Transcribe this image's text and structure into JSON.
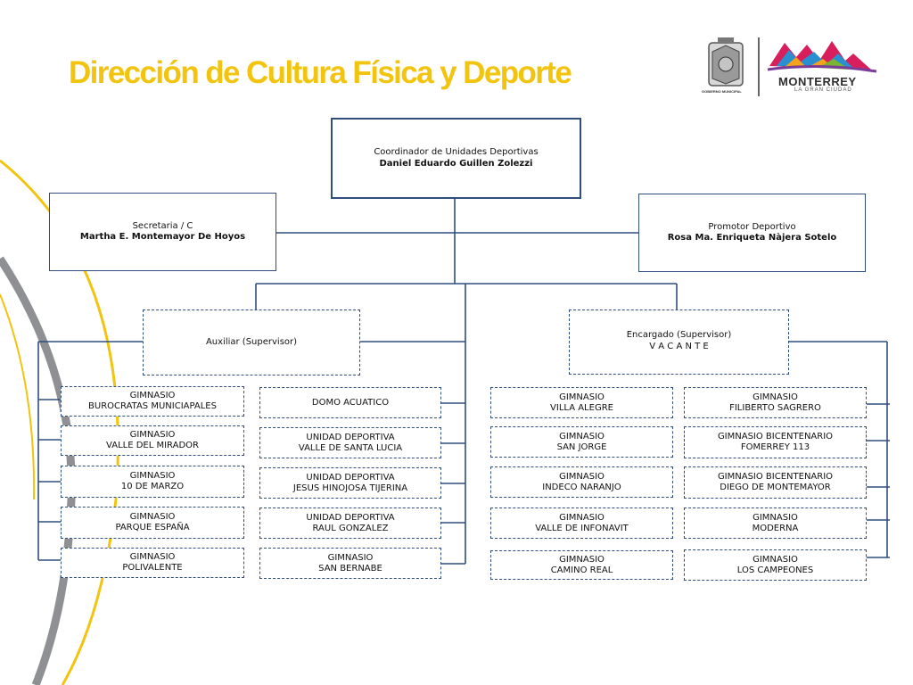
{
  "title": "Dirección de Cultura Física y Deporte",
  "colors": {
    "accent_yellow": "#f2c40f",
    "line_blue": "#2f4e7e",
    "arc_gray": "#8e9094"
  },
  "logo": {
    "seal_caption": "GOBIERNO MUNICIPAL",
    "city": "MONTERREY",
    "tagline": "LA GRAN CIUDAD"
  },
  "coordinator": {
    "role": "Coordinador de Unidades Deportivas",
    "name": "Daniel Eduardo Guillen Zolezzi"
  },
  "secretary": {
    "role": "Secretaria / C",
    "name": "Martha E. Montemayor De Hoyos"
  },
  "promoter": {
    "role": "Promotor Deportivo",
    "name": "Rosa Ma. Enriqueta Nàjera Sotelo"
  },
  "assistant": {
    "role": "Auxiliar (Supervisor)"
  },
  "manager": {
    "role": "Encargado  (Supervisor)",
    "status": "V A C A N T E"
  },
  "columns": [
    [
      [
        "GIMNASIO",
        "BUROCRATAS MUNICIAPALES"
      ],
      [
        "GIMNASIO",
        "VALLE DEL MIRADOR"
      ],
      [
        "GIMNASIO",
        "10 DE MARZO"
      ],
      [
        "GIMNASIO",
        "PARQUE ESPAÑA"
      ],
      [
        "GIMNASIO",
        "POLIVALENTE"
      ]
    ],
    [
      [
        "DOMO ACUATICO"
      ],
      [
        "UNIDAD DEPORTIVA",
        "VALLE DE SANTA LUCIA"
      ],
      [
        "UNIDAD DEPORTIVA",
        "JESUS HINOJOSA TIJERINA"
      ],
      [
        "UNIDAD DEPORTIVA",
        "RAUL GONZALEZ"
      ],
      [
        "GIMNASIO",
        "SAN BERNABE"
      ]
    ],
    [
      [
        "GIMNASIO",
        "VILLA ALEGRE"
      ],
      [
        "GIMNASIO",
        "SAN JORGE"
      ],
      [
        "GIMNASIO",
        "INDECO NARANJO"
      ],
      [
        "GIMNASIO",
        "VALLE DE INFONAVIT"
      ],
      [
        "GIMNASIO",
        "CAMINO REAL"
      ]
    ],
    [
      [
        "GIMNASIO",
        "FILIBERTO SAGRERO"
      ],
      [
        "GIMNASIO BICENTENARIO",
        "FOMERREY 113"
      ],
      [
        "GIMNASIO BICENTENARIO",
        "DIEGO DE MONTEMAYOR"
      ],
      [
        "GIMNASIO",
        "MODERNA"
      ],
      [
        "GIMNASIO",
        "LOS CAMPEONES"
      ]
    ]
  ]
}
